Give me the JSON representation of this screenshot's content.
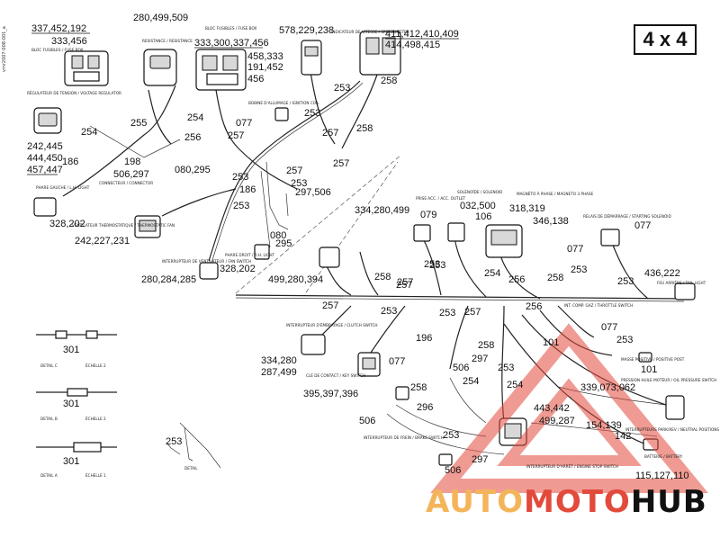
{
  "title": "4 x 4",
  "side_code": "vmr2007-008-001_a",
  "watermark": {
    "part1": "AUTO",
    "part2": "MOTO",
    "part3": "HUB"
  },
  "watermark_colors": {
    "orange": "#f4b55a",
    "red": "#e24a3c",
    "dark": "#111111"
  },
  "callouts": {
    "c1": "337,452,192",
    "c2": "333,456",
    "c3": "280,499,509",
    "c4": "333,300,337,456",
    "c5": "458,333",
    "c6": "191,452",
    "c7": "456",
    "c8": "578,229,238",
    "c9": "411,412,410,409",
    "c10": "414,498,415",
    "c11": "242,445",
    "c12": "444,450",
    "c13": "457,447",
    "c14": "506,297",
    "c15": "080,295",
    "c16": "328,202",
    "c17": "242,227,231",
    "c18": "280,284,285",
    "c19": "328,202",
    "c20": "080",
    "c21": "295",
    "c22": "297,506",
    "c23": "334,280,499",
    "c24": "499,280,394",
    "c25": "079",
    "c26": "106",
    "c27": "032,500",
    "c28": "318,319",
    "c29": "346,138",
    "c30": "077",
    "c31": "077",
    "c32": "436,222",
    "c33": "334,280",
    "c34": "287,499",
    "c35": "395,397,396",
    "c36": "077",
    "c37": "077",
    "c38": "101",
    "c39": "101",
    "c40": "339,073,062",
    "c41": "443,442",
    "c42": "499,287",
    "c43": "154,139",
    "c44": "142",
    "c45": "115,127,110",
    "c46": "506",
    "c47": "506",
    "c48": "297",
    "c49": "296",
    "c50": "196",
    "c51": "297",
    "c52": "186",
    "c53": "198",
    "c54": "077"
  },
  "wire_numbers": {
    "w1": "254",
    "w2": "255",
    "w3": "254",
    "w4": "256",
    "w5": "186",
    "w6": "257",
    "w7": "253",
    "w8": "186",
    "w9": "253",
    "w10": "253",
    "w11": "257",
    "w12": "257",
    "w13": "257",
    "w14": "253",
    "w15": "258",
    "w16": "253",
    "w17": "258",
    "w18": "253",
    "w19": "258",
    "w20": "257",
    "w21": "253",
    "w22": "254",
    "w23": "256",
    "w24": "258",
    "w25": "253",
    "w26": "253",
    "w27": "257",
    "w28": "253",
    "w29": "257",
    "w30": "253",
    "w31": "256",
    "w32": "253",
    "w33": "258",
    "w34": "253",
    "w35": "506",
    "w36": "297",
    "w37": "254",
    "w38": "253",
    "w39": "254",
    "w40": "253",
    "w41": "258",
    "w42": "257",
    "w43": "258"
  },
  "details": {
    "d1_num": "301",
    "d1_label": "DETAIL C",
    "d1_scale": "ÉCHELLE 2",
    "d2_num": "301",
    "d2_label": "DETAIL B",
    "d2_scale": "ÉCHELLE 2",
    "d3_num": "301",
    "d3_label": "DETAIL A",
    "d3_scale": "ÉCHELLE 1",
    "d4_num": "253",
    "d4_label": "DETAIL"
  },
  "labels": {
    "l1": "BLOC FUSIBLES / FUSE BOX",
    "l2": "RESISTANCE / RESISTANCE",
    "l3": "BLOC FUSIBLES / FUSE BOX",
    "l4": "INDICATEUR DE VITESSE / SPEEDOMETER",
    "l5": "RÉGULATEUR DE TENSION / VOLTAGE REGULATOR",
    "l6": "PHARE GAUCHE / L.H. LIGHT",
    "l7": "VENTILATEUR THERMOSTATIQUE / THERMOSTATIC FAN",
    "l8": "INTERRUPTEUR DE VENTILATEUR / FAN SWITCH",
    "l9": "PHARE DROIT / R.H. LIGHT",
    "l10": "BOBINE D'ALLUMAGE / IGNITION COIL",
    "l11": "CONNECTEUR / CONNECTOR",
    "l12": "PRISE ACC. / ACC. OUTLET",
    "l13": "SOLÉNOÏDE / SOLENOID",
    "l14": "MAGNÉTO À PHASE / MAGNETO 3 PHASE",
    "l15": "RELAIS DE DÉMARRAGE / STARTING SOLENOID",
    "l16": "FEU ARRIÈRE / TAIL LIGHT",
    "l17": "INTERRUPTEUR D'ÉMBRAYAGE / CLUTCH SWITCH",
    "l18": "CLÉ DE CONTACT / KEY SWITCH",
    "l19": "INT. COMP. GAZ / THROTTLE SWITCH",
    "l20": "MASSE POSITIVE / POSITIVE POST",
    "l21": "PRESSION HUILE MOTEUR / OIL PRESSURE SWITCH",
    "l22": "INTERRUPTEURS PARK/REV / NEUTRAL POSITIONS",
    "l23": "BATTERIE / BATTERY",
    "l24": "INTERRUPTEUR DE FREIN / BRAKE SWITCH",
    "l25": "INTERRUPTEUR D'ARRÊT / ENGINE STOP SWITCH"
  }
}
